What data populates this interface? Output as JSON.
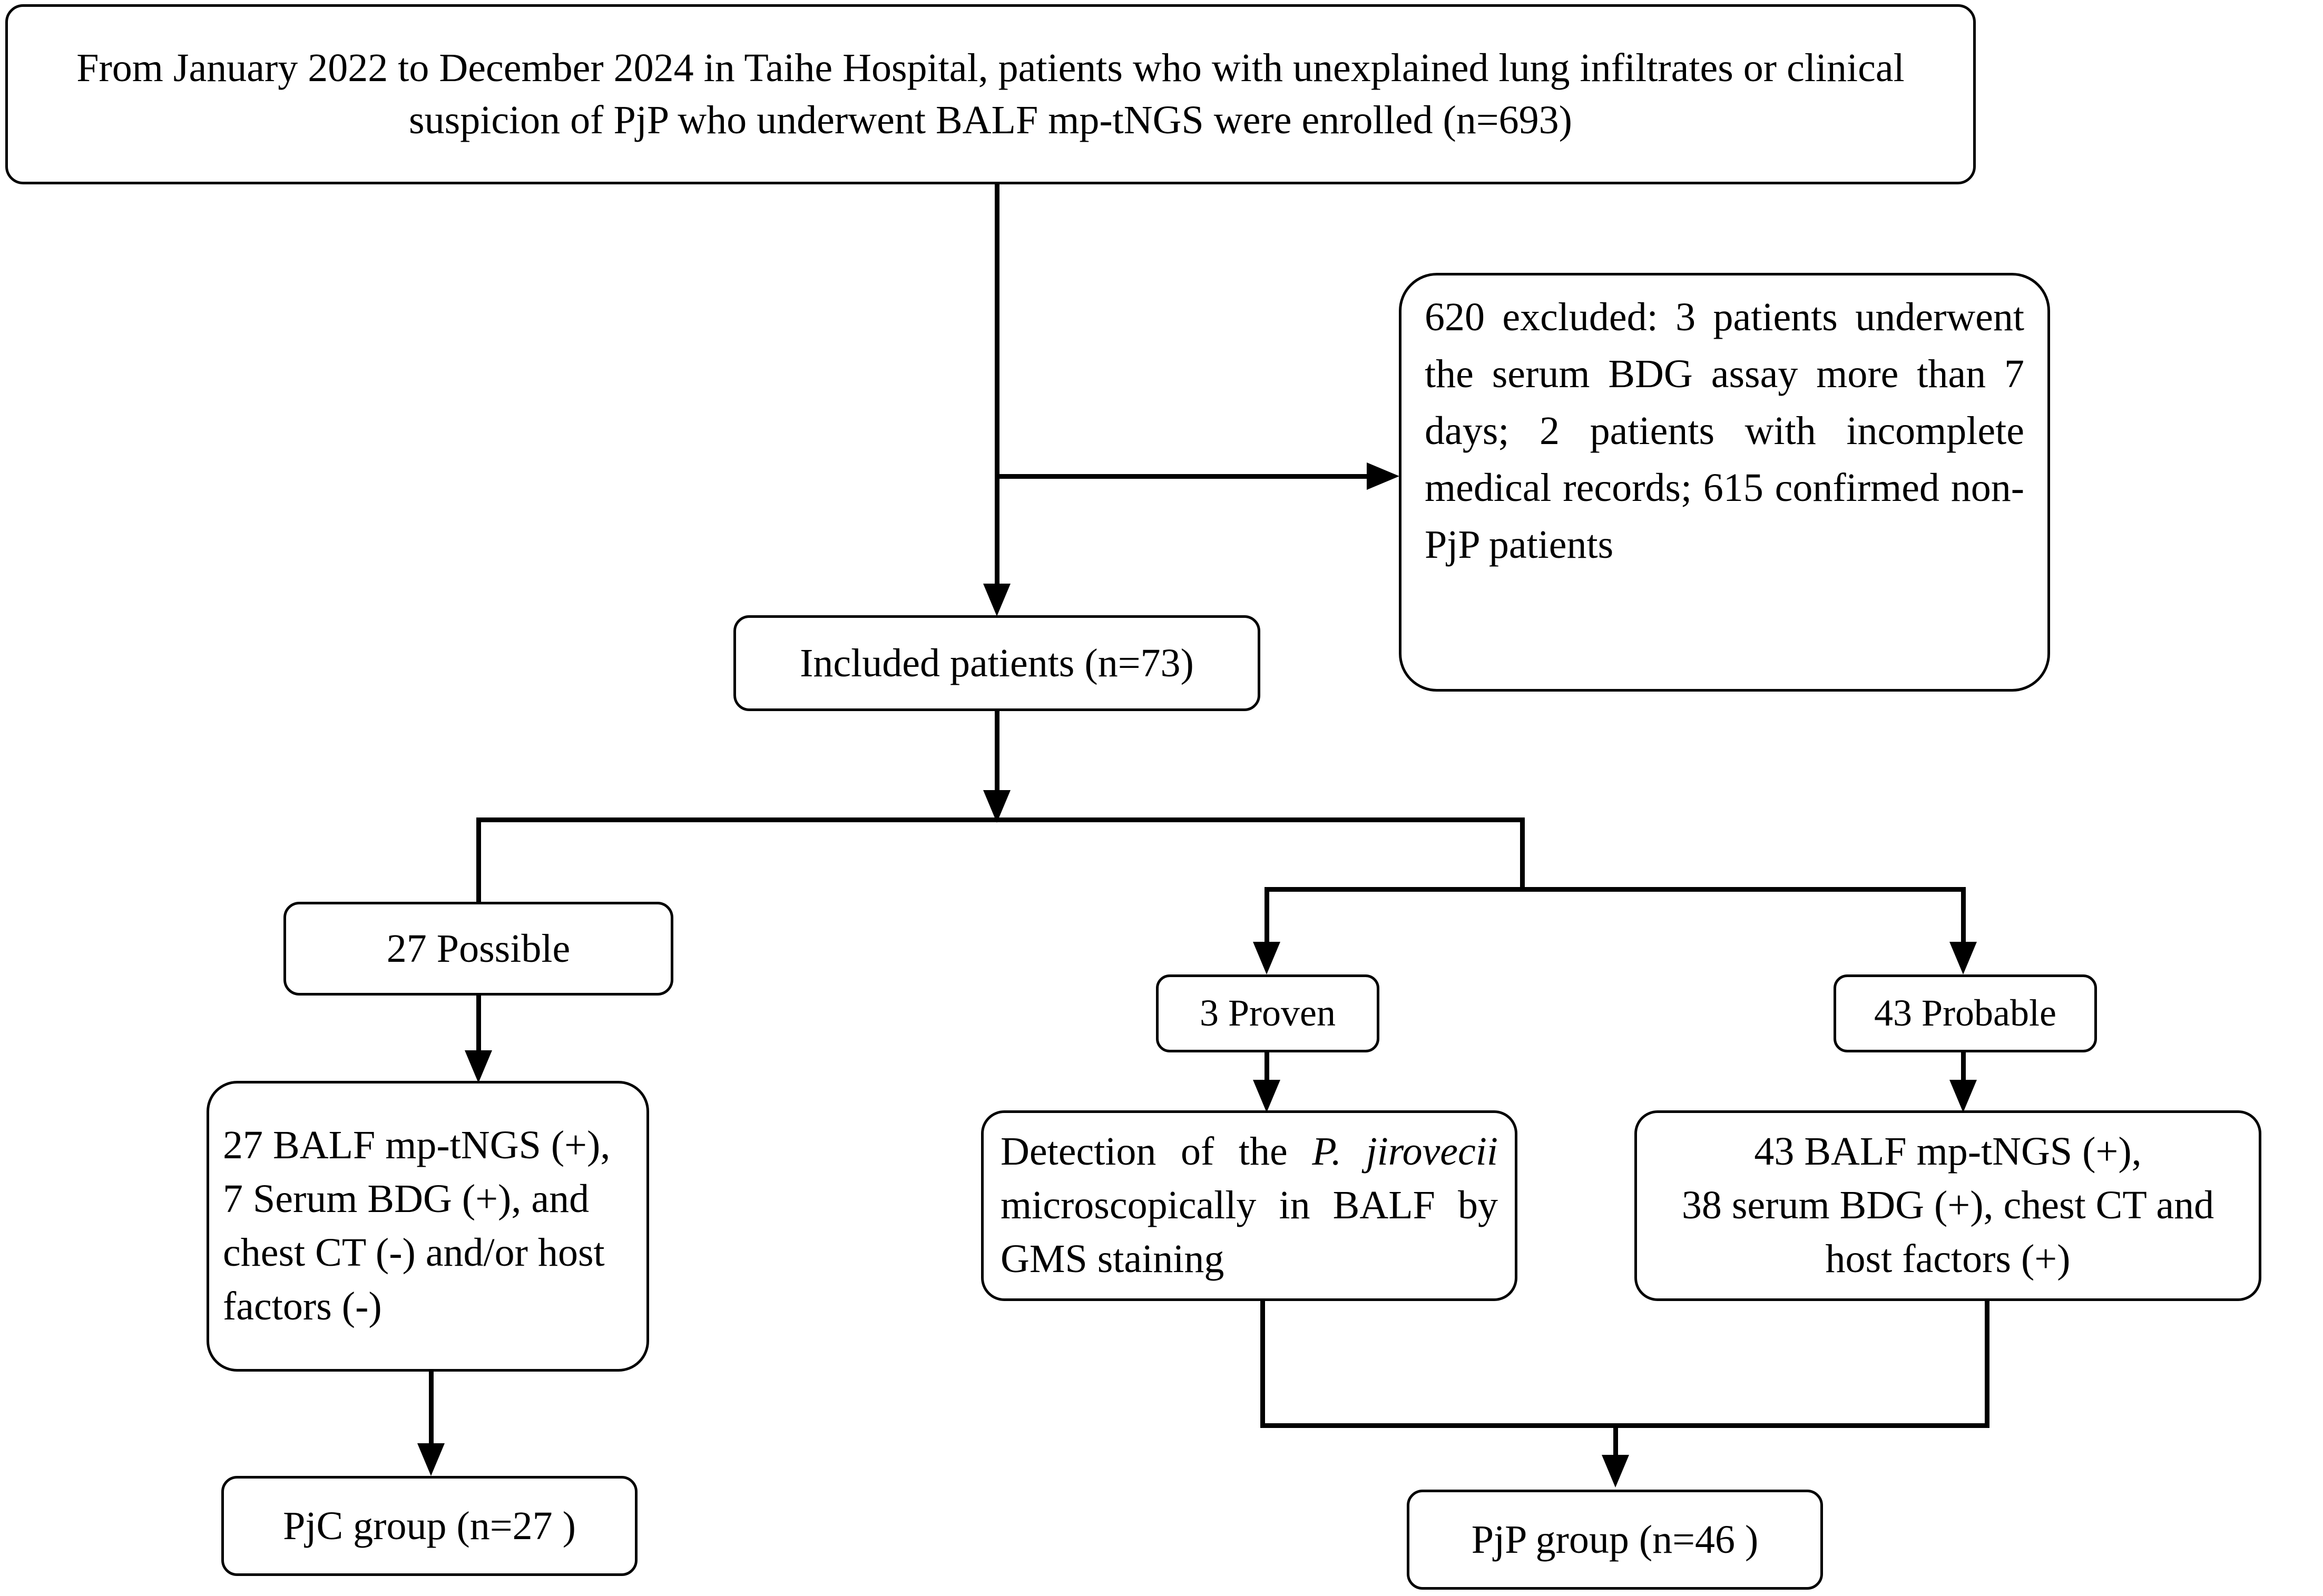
{
  "figure": {
    "type": "flowchart",
    "title": "Patient enrollment and grouping flow diagram",
    "orientation": "top-down",
    "line_color": "#000000",
    "background_color": "#ffffff"
  },
  "nodes": {
    "enrolled": {
      "text": "From January 2022 to December 2024 in Taihe Hospital, patients who with unexplained lung infiltrates or clinical suspicion of PjP who underwent BALF mp-tNGS were enrolled (n=693)",
      "count": 693
    },
    "excluded": {
      "text": "620 excluded: 3 patients underwent the serum BDG assay more than 7 days; 2 patients with incomplete medical records; 615 confirmed non-PjP patients",
      "count": 620,
      "reasons": [
        {
          "label": "patients underwent the serum BDG assay more than 7 days",
          "count": 3
        },
        {
          "label": "patients with incomplete medical records",
          "count": 2
        },
        {
          "label": "confirmed non-PjP patients",
          "count": 615
        }
      ]
    },
    "included": {
      "text": "Included patients (n=73)",
      "count": 73
    },
    "possible": {
      "text": "27 Possible",
      "count": 27
    },
    "proven": {
      "text": "3 Proven",
      "count": 3
    },
    "probable": {
      "text": "43 Probable",
      "count": 43
    },
    "possible_detail": {
      "text": "27 BALF mp-tNGS (+), 7 Serum BDG (+), and  chest CT (-) and/or host factors (-)"
    },
    "proven_detail": {
      "text_before_italic": "Detection of the ",
      "italic_species": "P. jirovecii",
      "text_after_italic": " microscopically in BALF by GMS staining"
    },
    "probable_detail": {
      "line1": "43 BALF mp-tNGS (+),",
      "line2": "38 serum BDG (+), chest CT and",
      "line3": "host factors (+)"
    },
    "pjc_group": {
      "text": "PjC group (n=27 )",
      "count": 27
    },
    "pjp_group": {
      "text": "PjP group (n=46 )",
      "count": 46
    }
  },
  "edges": [
    {
      "from": "enrolled",
      "to": "excluded",
      "style": "elbow-right-arrow"
    },
    {
      "from": "enrolled",
      "to": "included",
      "style": "straight-down-arrow"
    },
    {
      "from": "included",
      "to": "possible",
      "style": "split-down"
    },
    {
      "from": "included",
      "to": "proven",
      "style": "split-down-arrow"
    },
    {
      "from": "included",
      "to": "probable",
      "style": "split-down-arrow"
    },
    {
      "from": "possible",
      "to": "possible_detail",
      "style": "straight-down-arrow"
    },
    {
      "from": "proven",
      "to": "proven_detail",
      "style": "straight-down-arrow"
    },
    {
      "from": "probable",
      "to": "probable_detail",
      "style": "straight-down-arrow"
    },
    {
      "from": "possible_detail",
      "to": "pjc_group",
      "style": "straight-down-arrow"
    },
    {
      "from": "proven_detail",
      "to": "pjp_group",
      "style": "merge-down-arrow"
    },
    {
      "from": "probable_detail",
      "to": "pjp_group",
      "style": "merge-down-arrow"
    }
  ]
}
